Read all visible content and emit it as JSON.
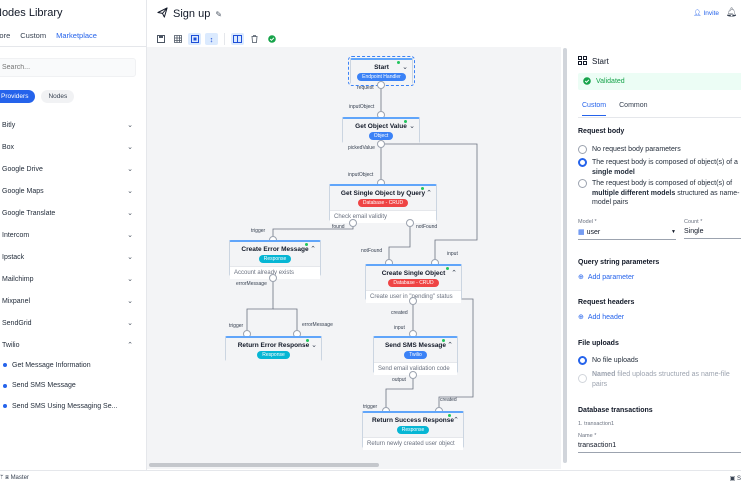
{
  "sidebar": {
    "title": "Nodes Library",
    "tabs": [
      "Core",
      "Custom",
      "Marketplace"
    ],
    "active_tab": "Marketplace",
    "search_placeholder": "Search...",
    "filters": [
      "Providers",
      "Nodes"
    ],
    "providers": [
      "Bitly",
      "Box",
      "Google Drive",
      "Google Maps",
      "Google Translate",
      "Intercom",
      "Ipstack",
      "Mailchimp",
      "Mixpanel",
      "SendGrid",
      "Twilio"
    ],
    "expanded_provider": "Twilio",
    "twilio_items": [
      "Get Message Information",
      "Send SMS Message",
      "Send SMS Using Messaging Se..."
    ]
  },
  "header": {
    "title": "Sign up",
    "invite": "Invite"
  },
  "canvas": {
    "nodes": {
      "start": {
        "title": "Start",
        "badge": "Endpoint Handler"
      },
      "get_object": {
        "title": "Get Object Value",
        "badge": "Object"
      },
      "get_single": {
        "title": "Get Single Object by Query",
        "badge": "Database - CRUD",
        "desc": "Check email validity"
      },
      "create_error": {
        "title": "Create Error Message",
        "badge": "Response",
        "desc": "Account already exists"
      },
      "create_single": {
        "title": "Create Single Object",
        "badge": "Database - CRUD",
        "desc": "Create user in \"pending\" status"
      },
      "return_error": {
        "title": "Return Error Response",
        "badge": "Response"
      },
      "send_sms": {
        "title": "Send SMS Message",
        "badge": "Twilio",
        "desc": "Send email validation code"
      },
      "return_success": {
        "title": "Return Success Response",
        "badge": "Response",
        "desc": "Return newly created user object"
      }
    },
    "labels": {
      "request": "request",
      "inputObject": "inputObject",
      "pickedValue": "pickedValue",
      "inputObject2": "inputObject",
      "trigger1": "trigger",
      "found": "found",
      "notFound": "notFound",
      "notFound2": "notFound",
      "input1": "input",
      "errorMessage": "errorMessage",
      "trigger2": "trigger",
      "errorMessage2": "errorMessage",
      "created": "created",
      "input2": "input",
      "output": "output",
      "trigger3": "trigger",
      "created2": "created"
    }
  },
  "panel": {
    "node_name": "Start",
    "validated": "Validated",
    "tabs": [
      "Custom",
      "Common"
    ],
    "active_tab": "Custom",
    "request_body": {
      "title": "Request body",
      "opt1": "No request body parameters",
      "opt2_pre": "The request body is composed of object(s) of a",
      "opt2_bold": "single model",
      "opt3_pre": "The request body is composed of object(s) of",
      "opt3_bold": "multiple different models",
      "opt3_post": "structured as name-model pairs"
    },
    "model_label": "Model *",
    "model_value": "user",
    "count_label": "Count *",
    "count_value": "Single",
    "query_title": "Query string parameters",
    "add_parameter": "Add parameter",
    "headers_title": "Request headers",
    "add_header": "Add header",
    "uploads_title": "File uploads",
    "no_uploads": "No file uploads",
    "named_bold": "Named",
    "named_rest": "filed uploads structured as name-file pairs",
    "db_title": "Database transactions",
    "transaction_caption": "1. transaction1",
    "name_label": "Name *",
    "name_value": "transaction1"
  },
  "status_bar": {
    "branch": "Master",
    "right": "S"
  },
  "colors": {
    "accent": "#2563eb",
    "success": "#16a34a",
    "danger": "#ef4444"
  }
}
